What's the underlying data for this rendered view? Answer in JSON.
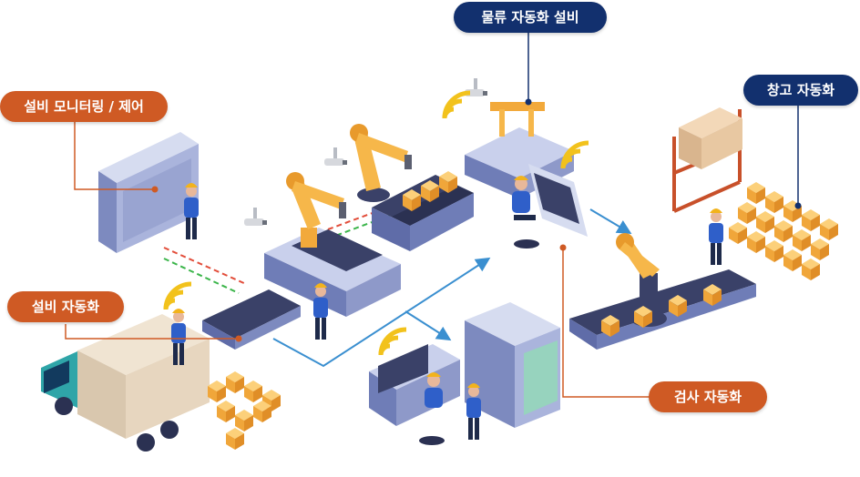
{
  "labels": {
    "logistics": "물류 자동화 설비",
    "monitoring": "설비 모니터링 / 제어",
    "warehouse": "창고 자동화",
    "equipment": "설비 자동화",
    "inspection": "검사 자동화"
  },
  "colors": {
    "orange": "#cf5a24",
    "navy": "#12306e",
    "flow_arrow": "#3a8fd0",
    "robot": "#f2a93b",
    "machine": "#5f6ca8",
    "box": "#f4b24a"
  },
  "icons": [
    "wifi-icon",
    "cctv-camera-icon",
    "robot-arm-icon",
    "delivery-truck-icon",
    "worker-icon",
    "control-panel-icon",
    "box-stack-icon",
    "server-cabinet-icon"
  ]
}
